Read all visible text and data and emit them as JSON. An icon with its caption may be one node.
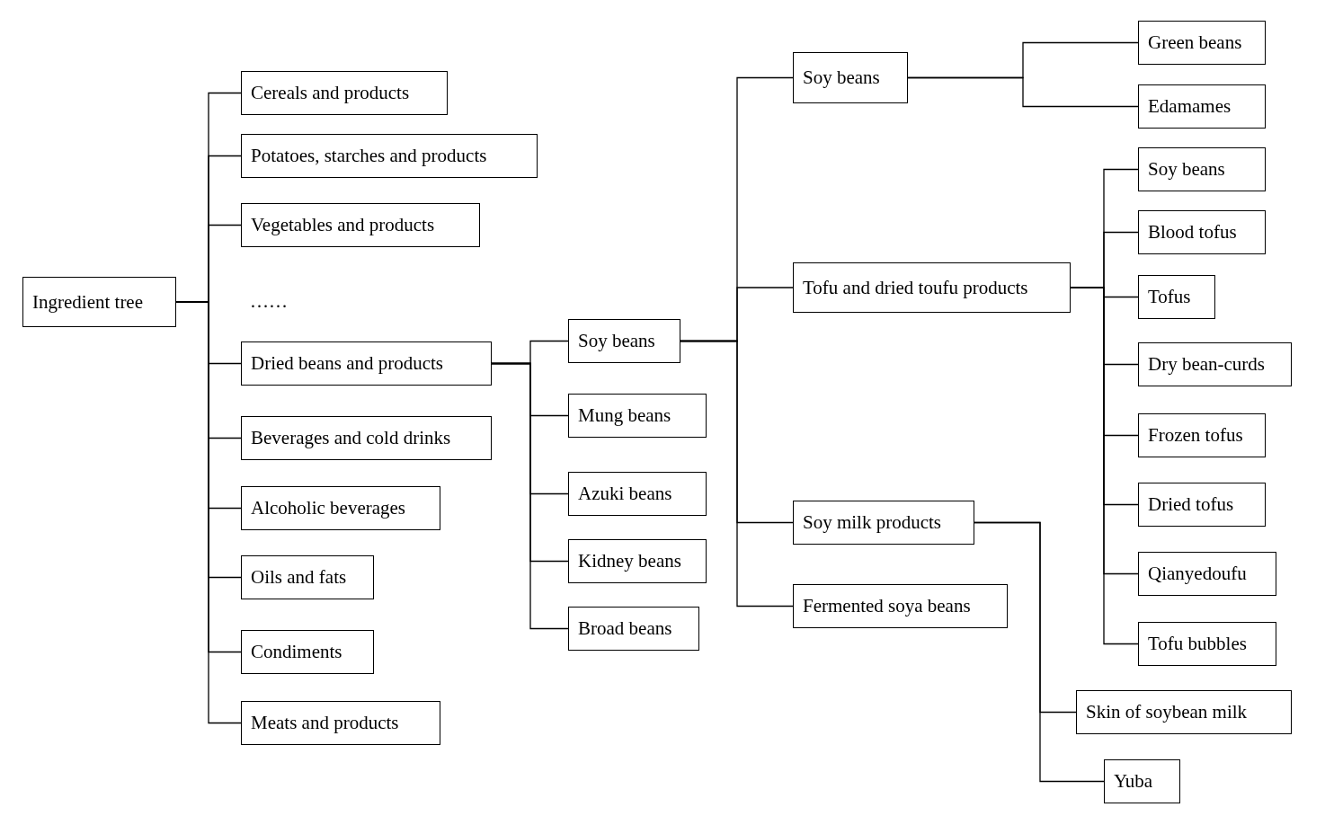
{
  "diagram": {
    "nodes": [
      {
        "text": [
          "Ingredient tree"
        ]
      },
      {
        "text": [
          "Cereals and products"
        ]
      },
      {
        "text": [
          "Potatoes, starches and products"
        ]
      },
      {
        "text": [
          "Vegetables and products"
        ]
      },
      {
        "text": [
          "Dried beans and products"
        ]
      },
      {
        "text": [
          "Beverages and cold drinks"
        ]
      },
      {
        "text": [
          "Alcoholic beverages"
        ]
      },
      {
        "text": [
          "Oils and fats"
        ]
      },
      {
        "text": [
          "Condiments"
        ]
      },
      {
        "text": [
          "Meats and products"
        ]
      },
      {
        "text": [
          "Soy beans"
        ]
      },
      {
        "text": [
          "Mung beans"
        ]
      },
      {
        "text": [
          "Azuki beans"
        ]
      },
      {
        "text": [
          "Kidney beans"
        ]
      },
      {
        "text": [
          "Broad beans"
        ]
      },
      {
        "text": [
          "Soy beans"
        ]
      },
      {
        "text": [
          "Tofu and dried toufu products"
        ]
      },
      {
        "text": [
          "Soy milk products"
        ]
      },
      {
        "text": [
          "Fermented soya beans"
        ]
      },
      {
        "text": [
          "Green beans"
        ]
      },
      {
        "text": [
          "Edamames"
        ]
      },
      {
        "text": [
          "Soy beans"
        ]
      },
      {
        "text": [
          "Blood tofus"
        ]
      },
      {
        "text": [
          "Tofus"
        ]
      },
      {
        "text": [
          "Dry bean-curds"
        ]
      },
      {
        "text": [
          "Frozen tofus"
        ]
      },
      {
        "text": [
          "Dried tofus"
        ]
      },
      {
        "text": [
          "Qianyedoufu"
        ]
      },
      {
        "text": [
          "Tofu bubbles"
        ]
      },
      {
        "text": [
          "Skin of soybean milk"
        ]
      },
      {
        "text": [
          "Yuba"
        ]
      }
    ],
    "edges": [
      {
        "from": 0,
        "to": 1,
        "arrow": "none"
      },
      {
        "from": 0,
        "to": 2,
        "arrow": "none"
      },
      {
        "from": 0,
        "to": 3,
        "arrow": "none"
      },
      {
        "from": 0,
        "to": 4,
        "arrow": "none"
      },
      {
        "from": 0,
        "to": 5,
        "arrow": "none"
      },
      {
        "from": 0,
        "to": 6,
        "arrow": "none"
      },
      {
        "from": 0,
        "to": 7,
        "arrow": "none"
      },
      {
        "from": 0,
        "to": 8,
        "arrow": "none"
      },
      {
        "from": 0,
        "to": 9,
        "arrow": "none"
      },
      {
        "from": 4,
        "to": 10,
        "arrow": "none"
      },
      {
        "from": 4,
        "to": 11,
        "arrow": "none"
      },
      {
        "from": 4,
        "to": 12,
        "arrow": "none"
      },
      {
        "from": 4,
        "to": 13,
        "arrow": "none"
      },
      {
        "from": 4,
        "to": 14,
        "arrow": "none"
      },
      {
        "from": 10,
        "to": 15,
        "arrow": "none"
      },
      {
        "from": 10,
        "to": 16,
        "arrow": "none"
      },
      {
        "from": 10,
        "to": 17,
        "arrow": "none"
      },
      {
        "from": 10,
        "to": 18,
        "arrow": "none"
      },
      {
        "from": 15,
        "to": 19,
        "arrow": "none"
      },
      {
        "from": 15,
        "to": 20,
        "arrow": "none"
      },
      {
        "from": 16,
        "to": 21,
        "arrow": "none"
      },
      {
        "from": 16,
        "to": 22,
        "arrow": "none"
      },
      {
        "from": 16,
        "to": 23,
        "arrow": "none"
      },
      {
        "from": 16,
        "to": 24,
        "arrow": "none"
      },
      {
        "from": 16,
        "to": 25,
        "arrow": "none"
      },
      {
        "from": 16,
        "to": 26,
        "arrow": "none"
      },
      {
        "from": 16,
        "to": 27,
        "arrow": "none"
      },
      {
        "from": 16,
        "to": 28,
        "arrow": "none"
      },
      {
        "from": 17,
        "to": 29,
        "arrow": "none"
      },
      {
        "from": 17,
        "to": 30,
        "arrow": "none"
      }
    ],
    "labels": [
      "……"
    ]
  }
}
